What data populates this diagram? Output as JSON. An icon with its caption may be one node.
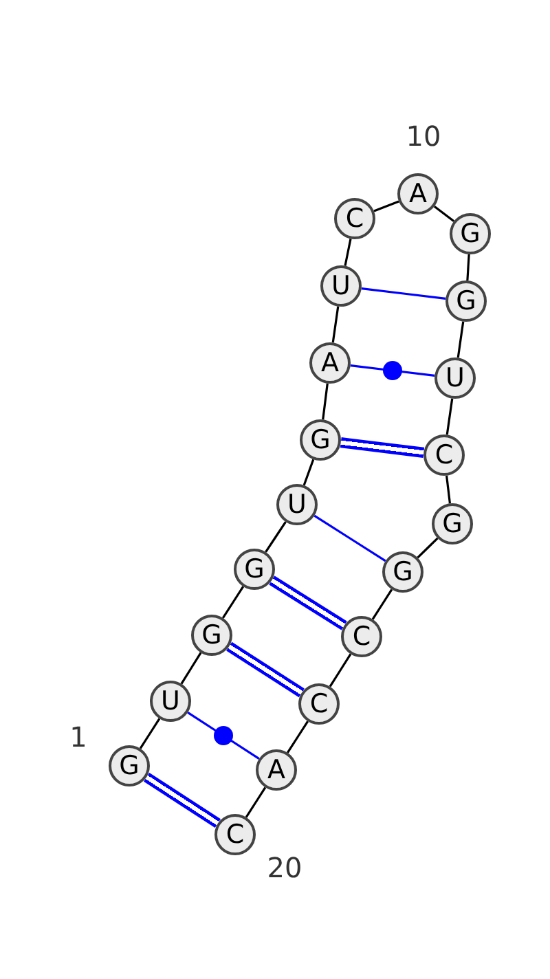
{
  "diagram": {
    "nodes": [
      {
        "text": [
          "G"
        ],
        "beside": [
          "1"
        ]
      },
      {
        "text": [
          "U"
        ]
      },
      {
        "text": [
          "G"
        ]
      },
      {
        "text": [
          "G"
        ]
      },
      {
        "text": [
          "U"
        ]
      },
      {
        "text": [
          "G"
        ]
      },
      {
        "text": [
          "A"
        ]
      },
      {
        "text": [
          "U"
        ]
      },
      {
        "text": [
          "C"
        ]
      },
      {
        "text": [
          "A"
        ],
        "beside": [
          "10"
        ]
      },
      {
        "text": [
          "G"
        ]
      },
      {
        "text": [
          "G"
        ]
      },
      {
        "text": [
          "U"
        ]
      },
      {
        "text": [
          "C"
        ]
      },
      {
        "text": [
          "G"
        ]
      },
      {
        "text": [
          "G"
        ]
      },
      {
        "text": [
          "C"
        ]
      },
      {
        "text": [
          "C"
        ]
      },
      {
        "text": [
          "A"
        ]
      },
      {
        "text": [
          "C"
        ],
        "beside": [
          "20"
        ]
      }
    ],
    "edges": [
      {
        "from": 0,
        "to": 1,
        "arrow": "none"
      },
      {
        "from": 1,
        "to": 2,
        "arrow": "none"
      },
      {
        "from": 2,
        "to": 3,
        "arrow": "none"
      },
      {
        "from": 3,
        "to": 4,
        "arrow": "none"
      },
      {
        "from": 4,
        "to": 5,
        "arrow": "none"
      },
      {
        "from": 5,
        "to": 6,
        "arrow": "none"
      },
      {
        "from": 6,
        "to": 7,
        "arrow": "none"
      },
      {
        "from": 7,
        "to": 8,
        "arrow": "none"
      },
      {
        "from": 8,
        "to": 9,
        "arrow": "none"
      },
      {
        "from": 9,
        "to": 10,
        "arrow": "none"
      },
      {
        "from": 10,
        "to": 11,
        "arrow": "none"
      },
      {
        "from": 11,
        "to": 12,
        "arrow": "none"
      },
      {
        "from": 12,
        "to": 13,
        "arrow": "none"
      },
      {
        "from": 13,
        "to": 14,
        "arrow": "none"
      },
      {
        "from": 14,
        "to": 15,
        "arrow": "none"
      },
      {
        "from": 15,
        "to": 16,
        "arrow": "none"
      },
      {
        "from": 16,
        "to": 17,
        "arrow": "none"
      },
      {
        "from": 17,
        "to": 18,
        "arrow": "none"
      },
      {
        "from": 18,
        "to": 19,
        "arrow": "none"
      },
      {
        "from": 0,
        "to": 19,
        "arrow": "none",
        "color": "#0000ff"
      },
      {
        "from": 1,
        "to": 18,
        "arrow": "none",
        "color": "#0000ff"
      },
      {
        "from": 2,
        "to": 17,
        "arrow": "none",
        "color": "#0000ff"
      },
      {
        "from": 3,
        "to": 16,
        "arrow": "none",
        "color": "#0000ff"
      },
      {
        "from": 4,
        "to": 15,
        "arrow": "none",
        "color": "#0000ff"
      },
      {
        "from": 5,
        "to": 13,
        "arrow": "none",
        "color": "#0000ff"
      },
      {
        "from": 6,
        "to": 12,
        "arrow": "none",
        "color": "#0000ff"
      },
      {
        "from": 7,
        "to": 11,
        "arrow": "none",
        "color": "#0000ff"
      }
    ]
  }
}
